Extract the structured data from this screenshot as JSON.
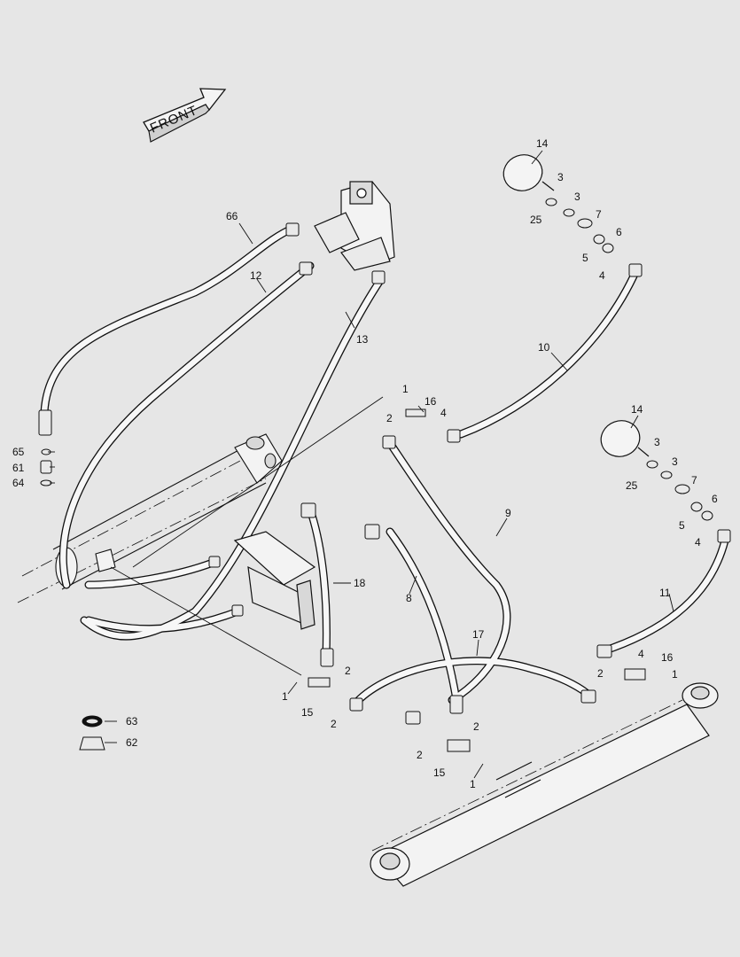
{
  "diagram": {
    "front_label": "FRONT",
    "callouts": [
      {
        "id": "c14a",
        "text": "14"
      },
      {
        "id": "c3a",
        "text": "3"
      },
      {
        "id": "c3b",
        "text": "3"
      },
      {
        "id": "c25a",
        "text": "25"
      },
      {
        "id": "c7a",
        "text": "7"
      },
      {
        "id": "c6a",
        "text": "6"
      },
      {
        "id": "c5a",
        "text": "5"
      },
      {
        "id": "c4a",
        "text": "4"
      },
      {
        "id": "c66",
        "text": "66"
      },
      {
        "id": "c12",
        "text": "12"
      },
      {
        "id": "c13",
        "text": "13"
      },
      {
        "id": "c10",
        "text": "10"
      },
      {
        "id": "c1a",
        "text": "1"
      },
      {
        "id": "c16a",
        "text": "16"
      },
      {
        "id": "c2a",
        "text": "2"
      },
      {
        "id": "c4b",
        "text": "4"
      },
      {
        "id": "c65",
        "text": "65"
      },
      {
        "id": "c61",
        "text": "61"
      },
      {
        "id": "c64",
        "text": "64"
      },
      {
        "id": "c14b",
        "text": "14"
      },
      {
        "id": "c3c",
        "text": "3"
      },
      {
        "id": "c25b",
        "text": "25"
      },
      {
        "id": "c3d",
        "text": "3"
      },
      {
        "id": "c7b",
        "text": "7"
      },
      {
        "id": "c6b",
        "text": "6"
      },
      {
        "id": "c5b",
        "text": "5"
      },
      {
        "id": "c4c",
        "text": "4"
      },
      {
        "id": "c9",
        "text": "9"
      },
      {
        "id": "c18",
        "text": "18"
      },
      {
        "id": "c8",
        "text": "8"
      },
      {
        "id": "c11",
        "text": "11"
      },
      {
        "id": "c17",
        "text": "17"
      },
      {
        "id": "c4d",
        "text": "4"
      },
      {
        "id": "c16b",
        "text": "16"
      },
      {
        "id": "c2b",
        "text": "2"
      },
      {
        "id": "c1b",
        "text": "1"
      },
      {
        "id": "c2c",
        "text": "2"
      },
      {
        "id": "c1c",
        "text": "1"
      },
      {
        "id": "c15a",
        "text": "15"
      },
      {
        "id": "c2d",
        "text": "2"
      },
      {
        "id": "c63",
        "text": "63"
      },
      {
        "id": "c62",
        "text": "62"
      },
      {
        "id": "c2e",
        "text": "2"
      },
      {
        "id": "c2f",
        "text": "2"
      },
      {
        "id": "c15b",
        "text": "15"
      },
      {
        "id": "c1d",
        "text": "1"
      }
    ]
  }
}
